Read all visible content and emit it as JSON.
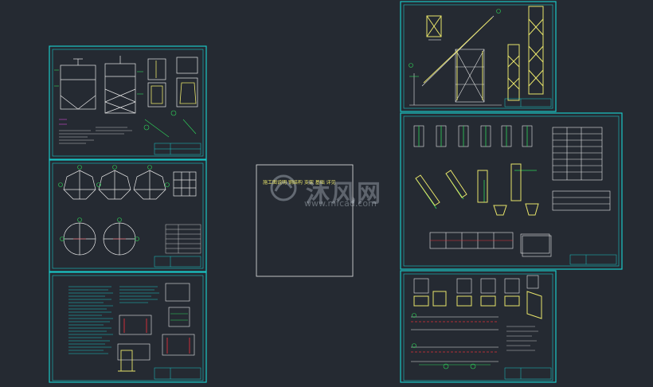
{
  "colors": {
    "background": "#252a32",
    "frame": "#19c6c6",
    "line_white": "#e6e6e6",
    "line_green": "#2fd65a",
    "line_yellow": "#e8e46a",
    "line_red": "#e0303a",
    "line_magenta": "#d04bd0",
    "line_gray": "#8a8f96"
  },
  "watermark": {
    "brand": "沐风网",
    "domain": "www.mfcad.com",
    "logo_icon": "mf-logo-icon"
  },
  "center_sheet_note": "施工图说明 钢结构 支架 基础 详见"
}
